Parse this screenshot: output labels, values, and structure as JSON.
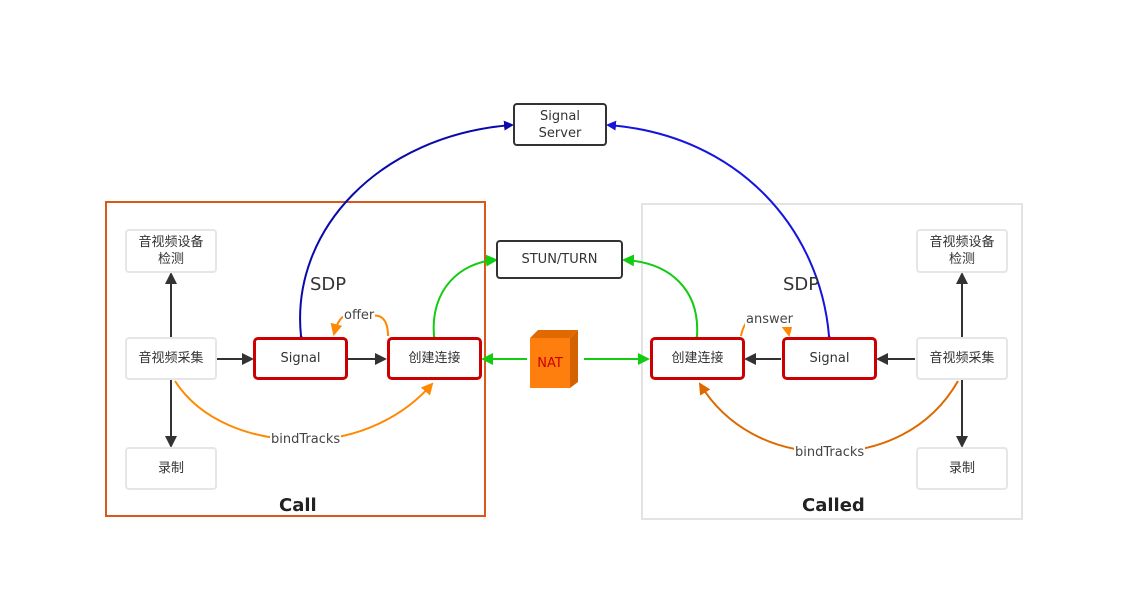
{
  "diagram": {
    "colors": {
      "signaling": "#0a0aaa",
      "ice": "#11cc11",
      "local": "#ff8800",
      "flow": "#333333",
      "call_border": "#d9581a",
      "called_border": "#e3e3e3",
      "key_node_border": "#cc0000",
      "nat_fill": "#ff7f0e"
    },
    "nodes": {
      "signal_server": "Signal\nServer",
      "stun_turn": "STUN/TURN",
      "nat": "NAT",
      "call": {
        "device_check": "音视频设备\n检测",
        "capture": "音视频采集",
        "signal": "Signal",
        "connect": "创建连接",
        "record": "录制"
      },
      "called": {
        "device_check": "音视频设备\n检测",
        "capture": "音视频采集",
        "signal": "Signal",
        "connect": "创建连接",
        "record": "录制"
      }
    },
    "groups": {
      "call": "Call",
      "called": "Called"
    },
    "edge_labels": {
      "sdp_left": "SDP",
      "sdp_right": "SDP",
      "offer": "offer",
      "answer": "answer",
      "bind_left": "bindTracks",
      "bind_right": "bindTracks"
    }
  }
}
